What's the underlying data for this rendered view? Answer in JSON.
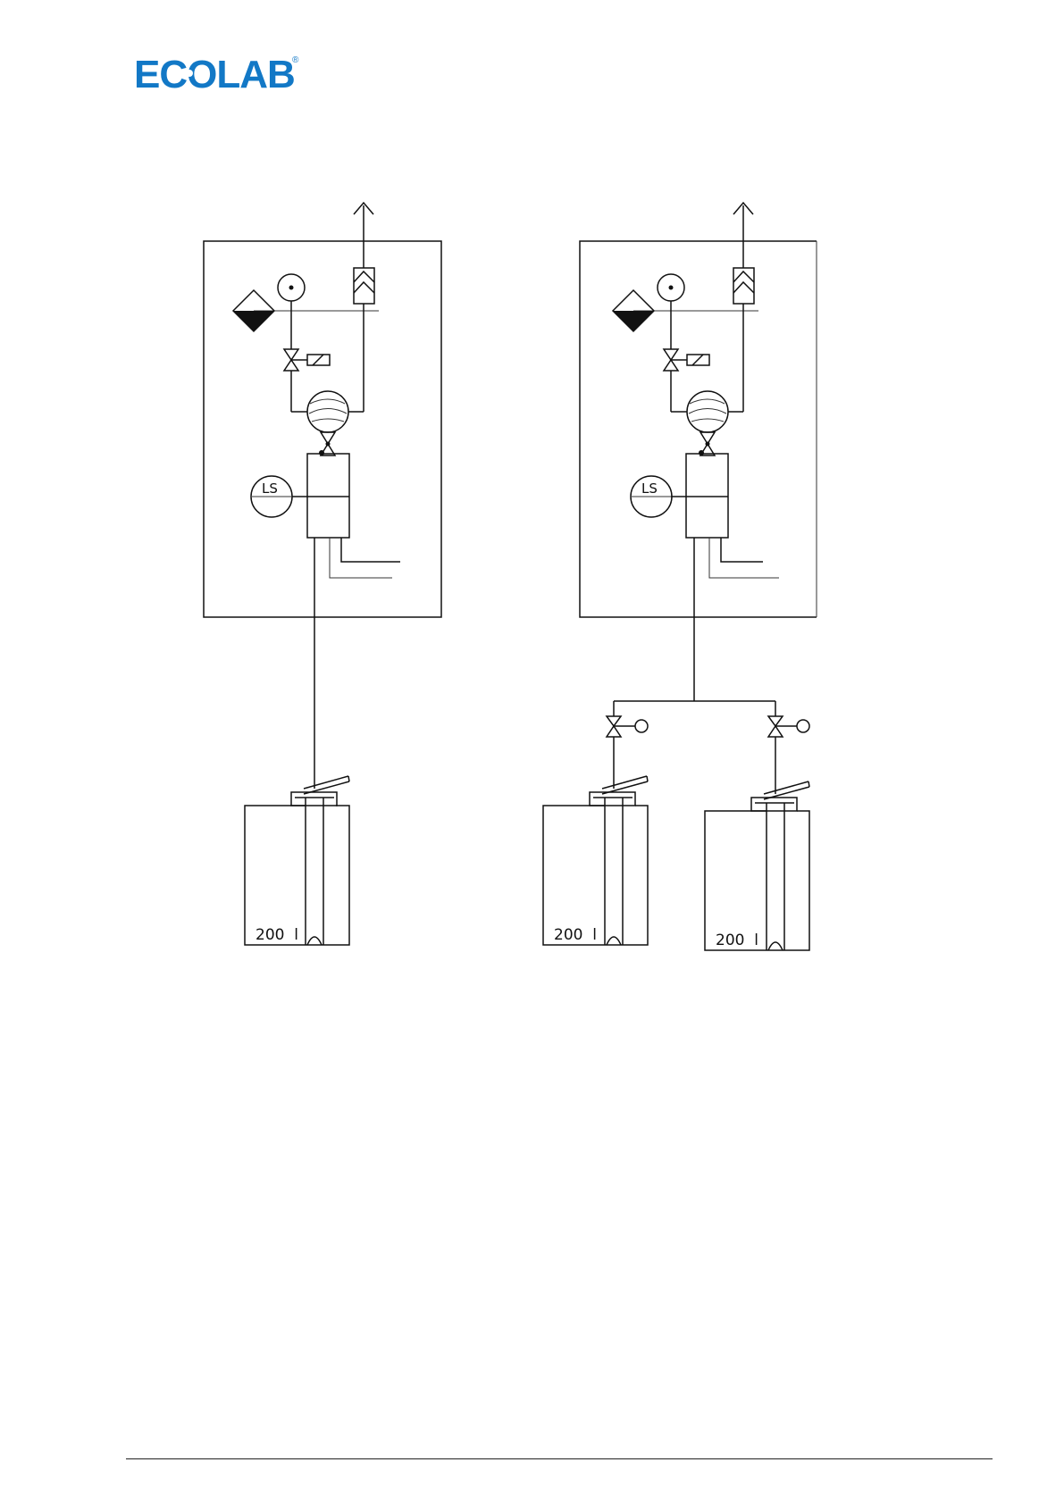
{
  "brand": {
    "name": "ECOLAB",
    "registered_mark": "®",
    "color": "#1278c6"
  },
  "diagram": {
    "left_system": {
      "level_switch_label": "LS",
      "containers": [
        {
          "volume_label": "200  l"
        }
      ]
    },
    "right_system": {
      "level_switch_label": "LS",
      "containers": [
        {
          "volume_label": "200  l"
        },
        {
          "volume_label": "200  l"
        }
      ]
    }
  }
}
